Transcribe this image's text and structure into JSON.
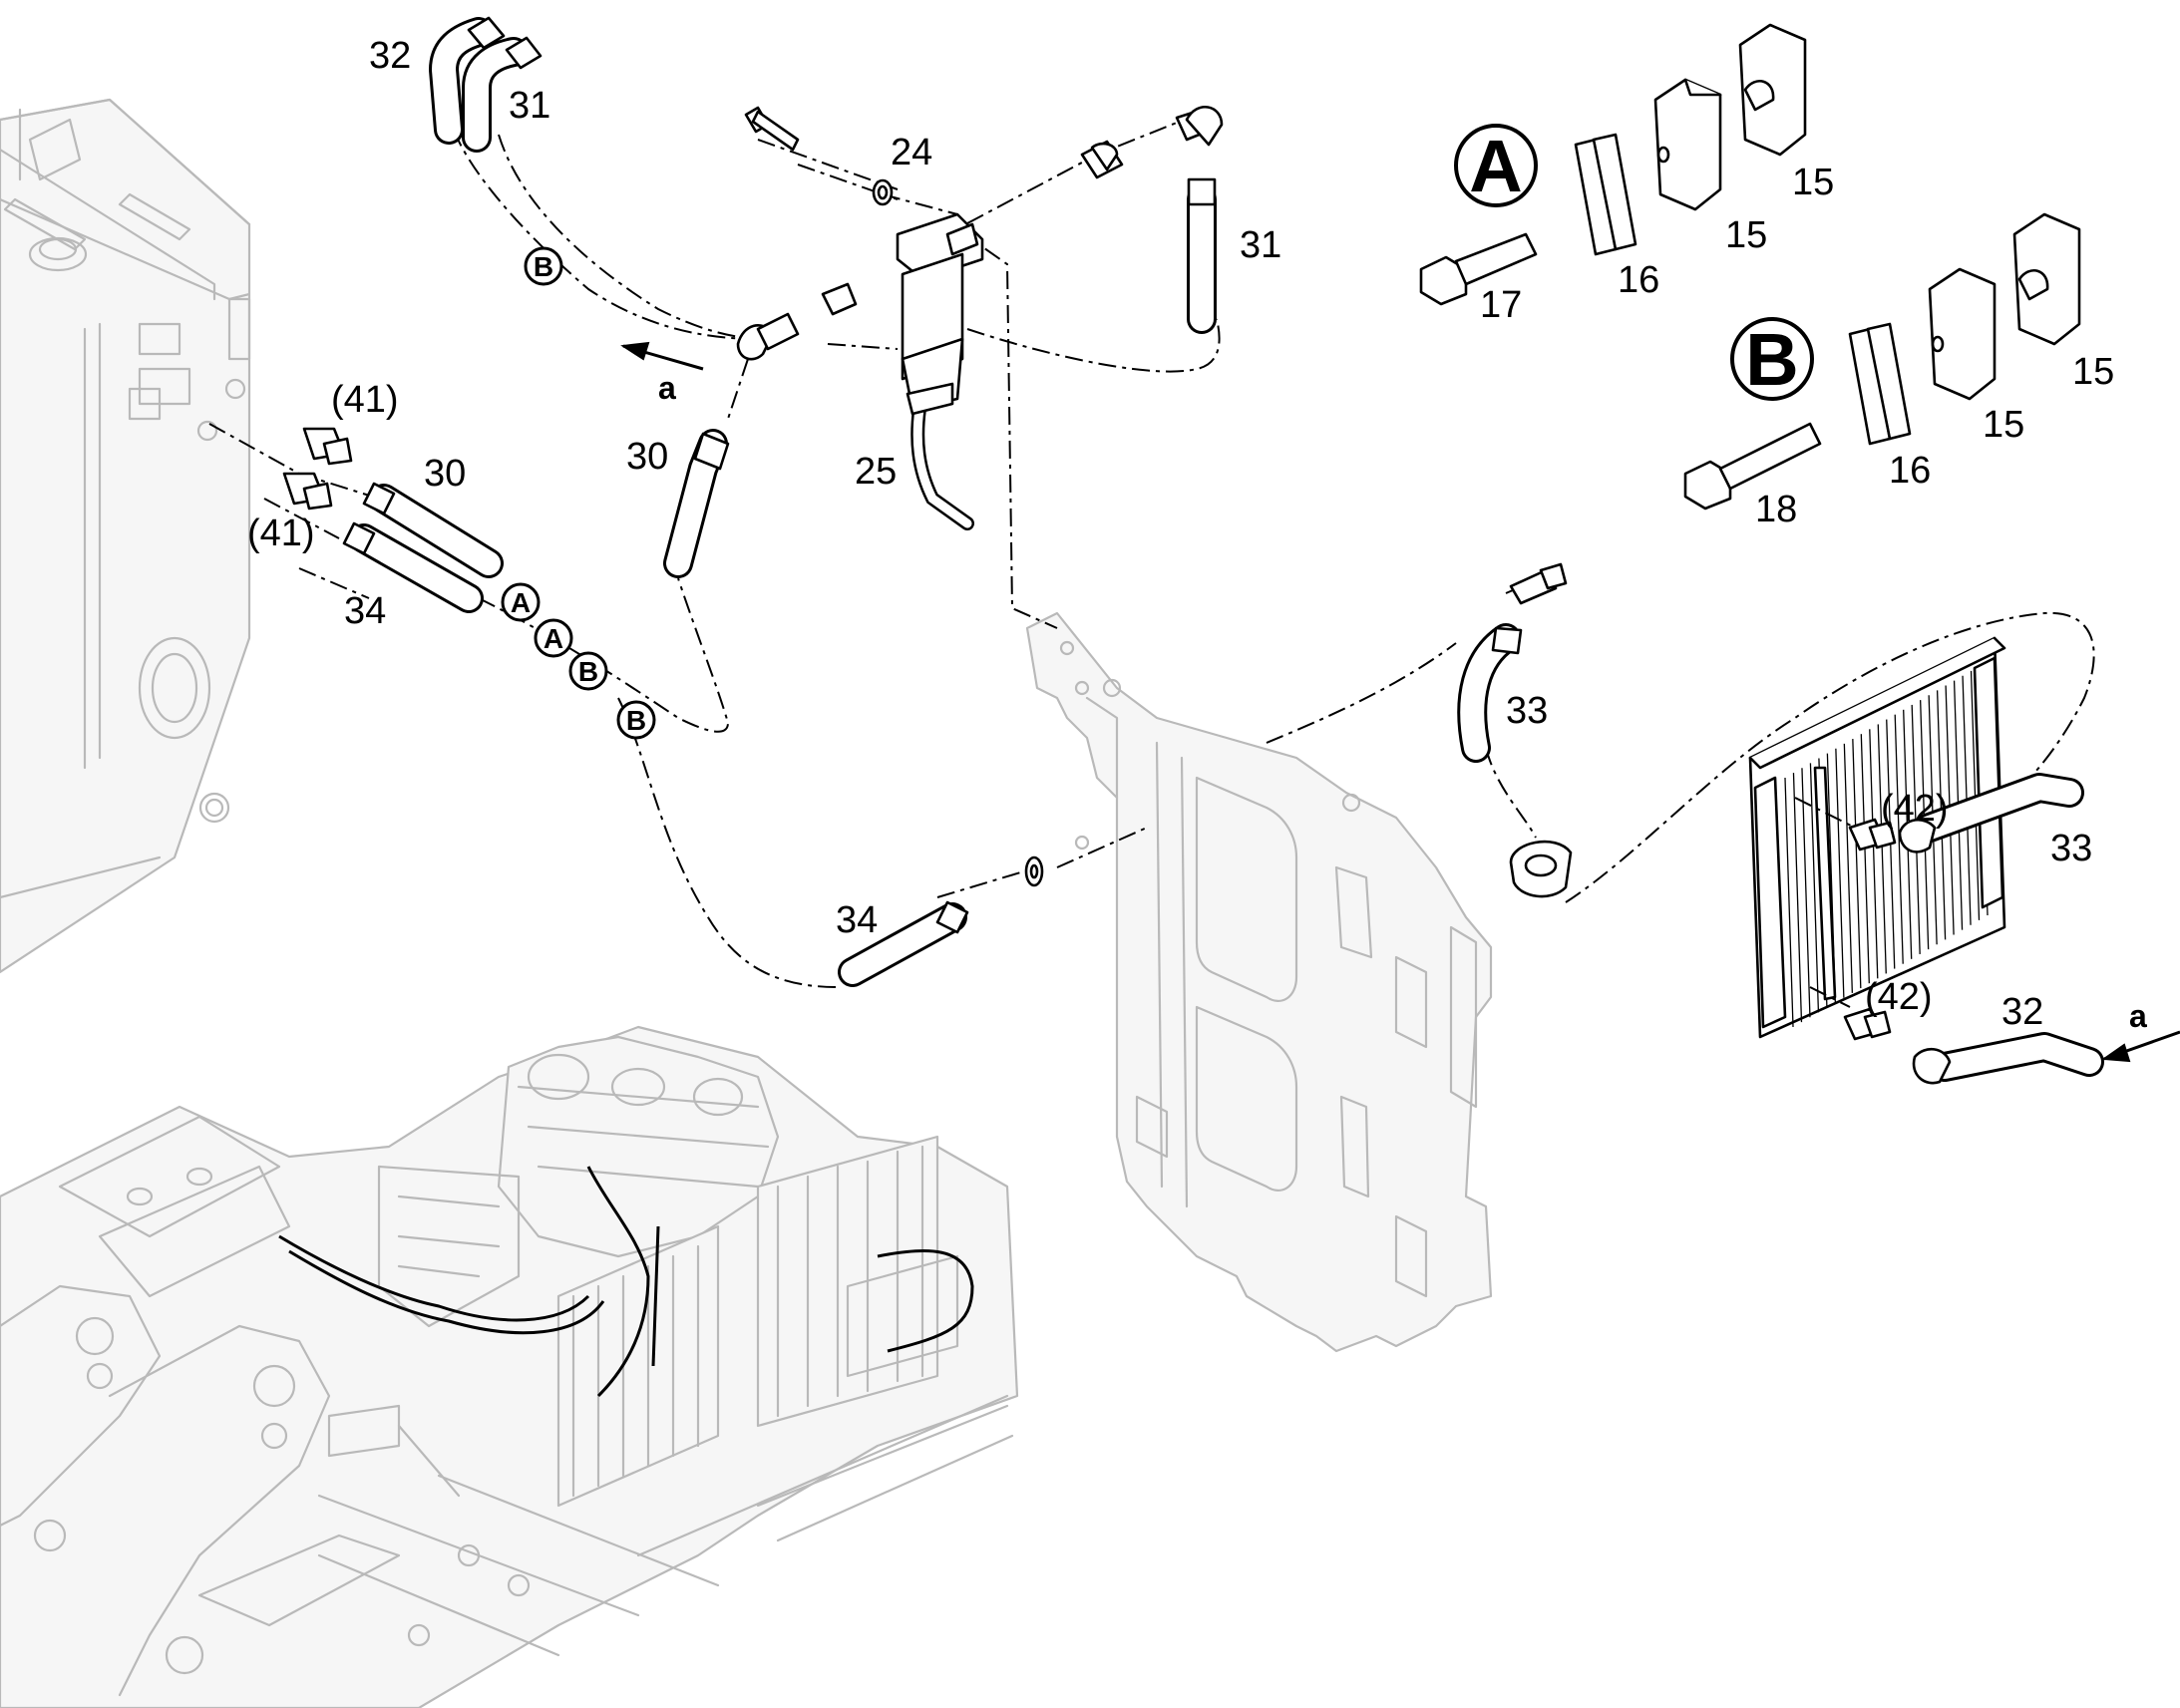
{
  "views": {
    "detail_a": "A",
    "detail_b": "B"
  },
  "callouts": {
    "c32_top": "32",
    "c31_top": "31",
    "c24": "24",
    "c31_right": "31",
    "c30_top": "30",
    "c25": "25",
    "c41_upper": "(41)",
    "c41_lower": "(41)",
    "c30_left": "30",
    "c34_left": "34",
    "c33_mid": "33",
    "c34_bottom": "34",
    "c33_right": "33",
    "c42_upper": "(42)",
    "c42_lower": "(42)",
    "c32_right": "32",
    "cA_15a": "15",
    "cA_15b": "15",
    "cA_16": "16",
    "cA_17": "17",
    "cB_15a": "15",
    "cB_15b": "15",
    "cB_16": "16",
    "cB_18": "18"
  },
  "routing_marks": {
    "b1": "B",
    "a1": "A",
    "a2": "A",
    "b2": "B",
    "b3": "B",
    "flow_left": "a",
    "flow_right": "a"
  },
  "colors": {
    "ink": "#000000",
    "ghost": "#b9b9b9",
    "background": "#ffffff"
  }
}
